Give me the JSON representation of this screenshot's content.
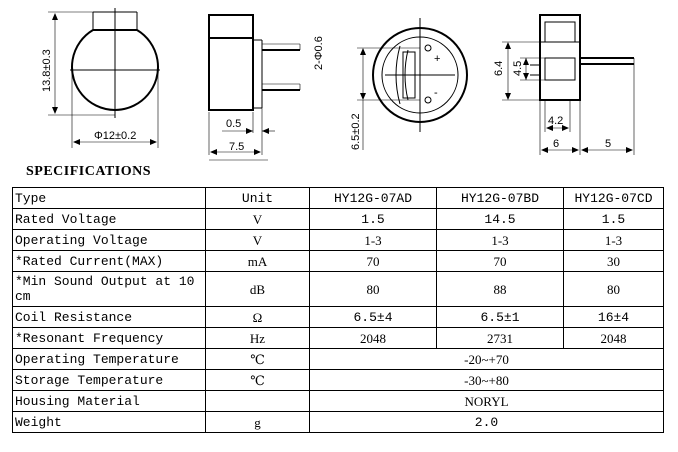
{
  "dimensions": {
    "front_height": "13.8±0.3",
    "front_diameter": "Φ12±0.2",
    "side_lead": "0.5",
    "side_width": "7.5",
    "pin_diameter": "2-Φ0.6",
    "pin_spacing": "6.5±0.2",
    "plus_sign": "+",
    "minus_sign": "-",
    "right_h1": "6.4",
    "right_h2": "4.5",
    "right_w1": "4.2",
    "right_w2": "6",
    "right_lead": "5"
  },
  "title": "SPECIFICATIONS",
  "table": {
    "header": [
      "Type",
      "Unit",
      "HY12G-07AD",
      "HY12G-07BD",
      "HY12G-07CD"
    ],
    "rows": [
      {
        "label": "Rated Voltage",
        "unit": "V",
        "ad": "1.5",
        "bd": "14.5",
        "cd": "1.5"
      },
      {
        "label": "Operating Voltage",
        "unit": "V",
        "ad": "1-3",
        "bd": "1-3",
        "cd": "1-3"
      },
      {
        "label": "*Rated Current(MAX)",
        "unit": "mA",
        "ad": "70",
        "bd": "70",
        "cd": "30"
      },
      {
        "label": "*Min Sound Output at 10 cm",
        "unit": "dB",
        "ad": "80",
        "bd": "88",
        "cd": "80"
      },
      {
        "label": "Coil Resistance",
        "unit": "Ω",
        "ad": "6.5±4",
        "bd": "6.5±1",
        "cd": "16±4"
      },
      {
        "label": "*Resonant Frequency",
        "unit": "Hz",
        "ad": "2048",
        "bd": "2731",
        "cd": "2048"
      }
    ],
    "merged_rows": [
      {
        "label": "Operating Temperature",
        "unit": "℃",
        "value": "-20~+70"
      },
      {
        "label": "Storage Temperature",
        "unit": "℃",
        "value": "-30~+80"
      },
      {
        "label": "Housing Material",
        "unit": "",
        "value": "NORYL"
      },
      {
        "label": "Weight",
        "unit": "g",
        "value": "2.0"
      }
    ]
  }
}
